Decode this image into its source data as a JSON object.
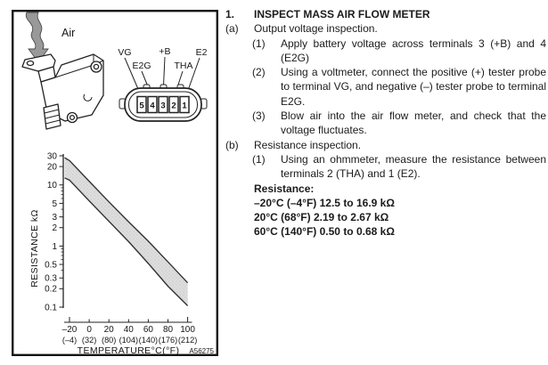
{
  "figure": {
    "air_label": "Air",
    "figure_code": "A56275",
    "connector": {
      "pin_labels": [
        "VG",
        "E2G",
        "+B",
        "THA",
        "E2"
      ],
      "terminals": [
        "5",
        "4",
        "3",
        "2",
        "1"
      ]
    }
  },
  "chart_data": {
    "type": "area",
    "title": "",
    "xlabel": "TEMPERATURE°C(°F)",
    "ylabel": "RESISTANCE kΩ",
    "yscale": "log",
    "ylim": [
      0.1,
      30
    ],
    "xlim": [
      -26,
      104
    ],
    "grid": false,
    "x_tick_values": [
      -20,
      0,
      20,
      40,
      60,
      80,
      100
    ],
    "x_ticks_c": [
      "–20",
      "0",
      "20",
      "40",
      "60",
      "80",
      "100"
    ],
    "x_ticks_f": [
      "(–4)",
      "(32)",
      "(80)",
      "(104)",
      "(140)",
      "(176)",
      "(212)"
    ],
    "y_tick_values": [
      30,
      20,
      10,
      5,
      3,
      2,
      1,
      0.5,
      0.3,
      0.2,
      0.1
    ],
    "series": [
      {
        "name": "upper-limit",
        "x": [
          -25,
          -20,
          0,
          20,
          40,
          60,
          80,
          100
        ],
        "values": [
          28,
          25,
          11.5,
          5.3,
          2.5,
          1.2,
          0.55,
          0.25
        ]
      },
      {
        "name": "lower-limit",
        "x": [
          -25,
          -20,
          0,
          20,
          40,
          60,
          80,
          100
        ],
        "values": [
          13,
          12,
          5.5,
          2.55,
          1.18,
          0.52,
          0.22,
          0.105
        ]
      }
    ],
    "band_fill": "#dcdcdc"
  },
  "instructions": {
    "rows": [
      {
        "marker": "1.",
        "text": "INSPECT MASS AIR FLOW METER",
        "level": 1,
        "bold": true
      },
      {
        "marker": "(a)",
        "text": "Output voltage inspection.",
        "level": 1,
        "bold": false
      },
      {
        "marker": "(1)",
        "text": "Apply battery voltage across terminals 3 (+B) and 4 (E2G)",
        "level": 2,
        "bold": false
      },
      {
        "marker": "(2)",
        "text": "Using a voltmeter, connect the positive (+) tester probe to terminal VG, and negative (–) tester probe to terminal E2G.",
        "level": 2,
        "bold": false
      },
      {
        "marker": "(3)",
        "text": "Blow air into the air flow meter, and check that the voltage fluctuates.",
        "level": 2,
        "bold": false
      },
      {
        "marker": "(b)",
        "text": "Resistance inspection.",
        "level": 1,
        "bold": false
      },
      {
        "marker": "(1)",
        "text": "Using an ohmmeter, measure the resistance between terminals 2 (THA) and 1 (E2).",
        "level": 2,
        "bold": false
      },
      {
        "marker": "",
        "text": "Resistance:",
        "level": "spec",
        "bold": true
      },
      {
        "marker": "",
        "text": "–20°C (–4°F) 12.5 to 16.9 kΩ",
        "level": "spec",
        "bold": true
      },
      {
        "marker": "",
        "text": "20°C (68°F) 2.19 to 2.67 kΩ",
        "level": "spec",
        "bold": true
      },
      {
        "marker": "",
        "text": "60°C (140°F) 0.50 to 0.68 kΩ",
        "level": "spec",
        "bold": true
      }
    ]
  }
}
